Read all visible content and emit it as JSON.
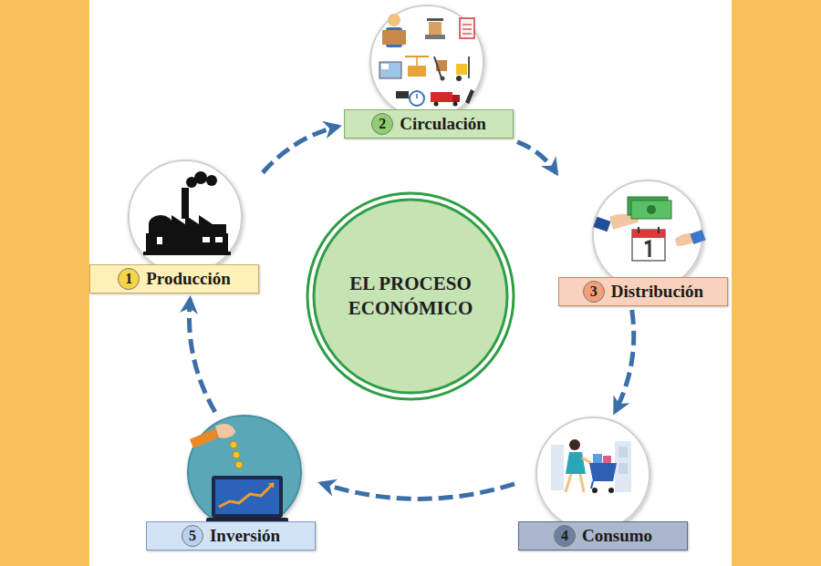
{
  "diagram": {
    "nodes": [
      {
        "text": [
          "1",
          "Producción"
        ]
      },
      {
        "text": [
          "2",
          "Circulación"
        ]
      },
      {
        "text": [
          "3",
          "Distribución"
        ]
      },
      {
        "text": [
          "4",
          "Consumo"
        ]
      },
      {
        "text": [
          "5",
          "Inversión"
        ]
      },
      {
        "text": [
          "EL PROCESO ECONÓMICO"
        ]
      }
    ],
    "edges": [
      {
        "from": 0,
        "to": 1,
        "arrow": "to"
      },
      {
        "from": 1,
        "to": 2,
        "arrow": "to"
      },
      {
        "from": 2,
        "to": 3,
        "arrow": "to"
      },
      {
        "from": 3,
        "to": 4,
        "arrow": "to"
      },
      {
        "from": 4,
        "to": 0,
        "arrow": "to"
      }
    ]
  }
}
